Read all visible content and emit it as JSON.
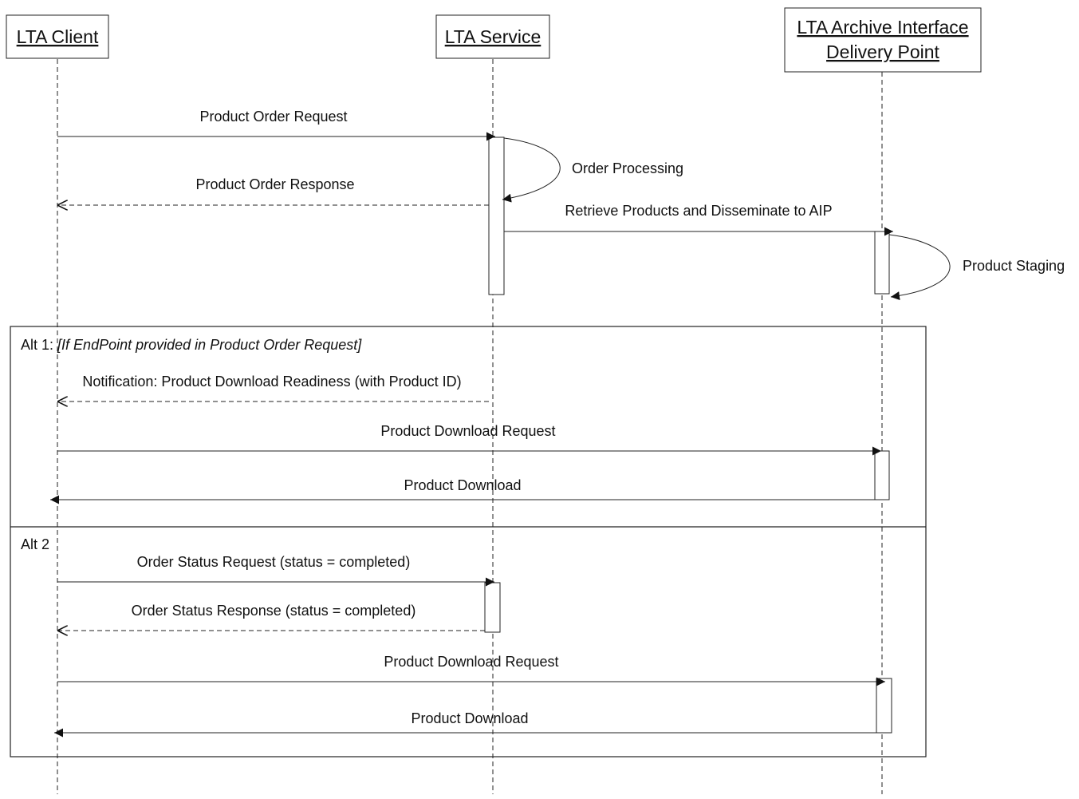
{
  "actors": [
    {
      "id": "client",
      "lines": [
        "LTA Client"
      ]
    },
    {
      "id": "service",
      "lines": [
        "LTA Service"
      ]
    },
    {
      "id": "aip",
      "lines": [
        "LTA Archive Interface",
        "Delivery Point"
      ]
    }
  ],
  "messages": [
    {
      "id": "m1",
      "label": "Product Order Request",
      "from": "client",
      "to": "service",
      "type": "sync"
    },
    {
      "id": "m2",
      "label": "Order Processing",
      "from": "service",
      "to": "service",
      "type": "self"
    },
    {
      "id": "m3",
      "label": "Product Order Response",
      "from": "service",
      "to": "client",
      "type": "reply"
    },
    {
      "id": "m4",
      "label": "Retrieve Products and Disseminate to AIP",
      "from": "service",
      "to": "aip",
      "type": "sync"
    },
    {
      "id": "m5",
      "label": "Product Staging",
      "from": "aip",
      "to": "aip",
      "type": "self"
    },
    {
      "id": "m6",
      "label": "Notification: Product Download Readiness (with Product ID)",
      "from": "service",
      "to": "client",
      "type": "reply"
    },
    {
      "id": "m7",
      "label": "Product Download Request",
      "from": "client",
      "to": "aip",
      "type": "sync"
    },
    {
      "id": "m8",
      "label": "Product Download",
      "from": "aip",
      "to": "client",
      "type": "sync"
    },
    {
      "id": "m9",
      "label": "Order Status Request (status = completed)",
      "from": "client",
      "to": "service",
      "type": "sync"
    },
    {
      "id": "m10",
      "label": "Order Status Response (status = completed)",
      "from": "service",
      "to": "client",
      "type": "reply"
    },
    {
      "id": "m11",
      "label": "Product Download Request",
      "from": "client",
      "to": "aip",
      "type": "sync"
    },
    {
      "id": "m12",
      "label": "Product Download",
      "from": "aip",
      "to": "client",
      "type": "sync"
    }
  ],
  "alt_frame": {
    "operand_1": {
      "label": "Alt 1:",
      "guard": "[If EndPoint provided in Product Order Request]"
    },
    "operand_2": {
      "label": "Alt 2",
      "guard": ""
    }
  },
  "colors": {
    "line": "#222222",
    "text": "#111111",
    "background": "#ffffff"
  }
}
